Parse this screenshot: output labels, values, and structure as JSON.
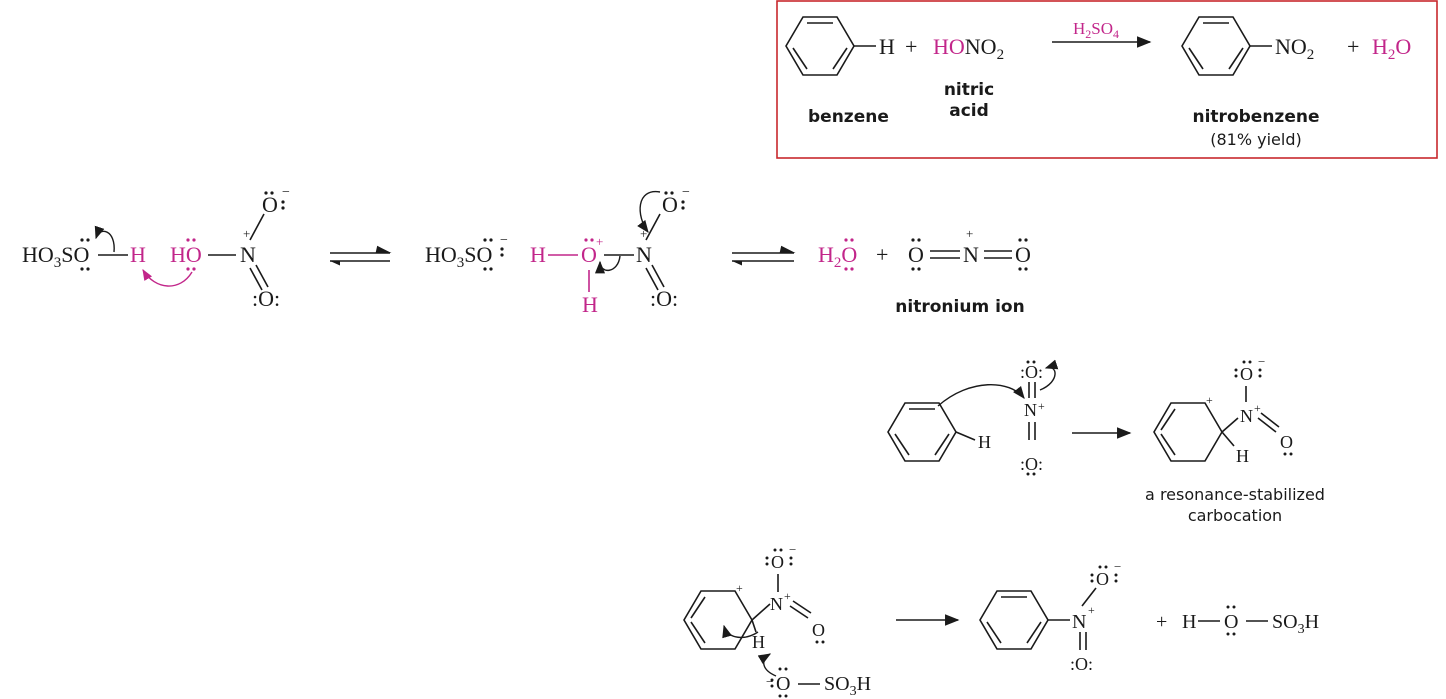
{
  "overall_reaction": {
    "benzene_h": "H",
    "plus_1": "+",
    "nitric_ho": "HO",
    "nitric_no": "NO",
    "nitric_sub": "2",
    "catalyst_h": "H",
    "catalyst_sub1": "2",
    "catalyst_so": "SO",
    "catalyst_sub2": "4",
    "product_no": "NO",
    "product_sub": "2",
    "plus_2": "+",
    "water_h": "H",
    "water_sub": "2",
    "water_o": "O",
    "label_benzene": "benzene",
    "label_nitric_1": "nitric",
    "label_nitric_2": "acid",
    "label_product": "nitrobenzene",
    "label_yield": "(81% yield)",
    "box_color": "#c8282d"
  },
  "step1": {
    "ho3so_ho": "HO",
    "ho3so_sub": "3",
    "ho3so_so": "SO",
    "h_atom": "H",
    "ho_group": "HO",
    "n_atom": "N",
    "o_top": "O",
    "o_bottom": ":O:",
    "plus_sign": "+",
    "minus_sign": "−"
  },
  "step2": {
    "ho3so_ho": "HO",
    "ho3so_sub": "3",
    "ho3so_so": "SO",
    "h_left": "H",
    "o_center": "O",
    "h_below": "H",
    "n_atom": "N",
    "o_top": "O",
    "o_bottom": ":O:",
    "plus_sign": "+",
    "minus_sign": "−"
  },
  "step3": {
    "water_h": "H",
    "water_sub": "2",
    "water_o": "O",
    "plus": "+",
    "o_left": "O",
    "n_center": "N",
    "o_right": "O",
    "label": "nitronium ion"
  },
  "step4": {
    "h_atom": "H",
    "o_top": ":O:",
    "n_atom": "N",
    "o_bottom": ":O:",
    "inter_o_top": "O",
    "inter_n": "N",
    "inter_o_right": "O",
    "inter_h": "H",
    "label_1": "a resonance-stabilized",
    "label_2": "carbocation"
  },
  "step5": {
    "o_top": "O",
    "n_atom": "N",
    "o_right": "O",
    "h_atom": "H",
    "base_o": "O",
    "base_so3h": "SO",
    "base_sub": "3",
    "base_h": "H",
    "prod_o_top": "O",
    "prod_n": "N",
    "prod_o_bottom": ":O:",
    "plus": "+",
    "acid_h": "H",
    "acid_o": "O",
    "acid_so": "SO",
    "acid_sub": "3",
    "acid_h2": "H"
  },
  "colors": {
    "accent_magenta": "#c2268a",
    "ink": "#1a1a1a"
  }
}
